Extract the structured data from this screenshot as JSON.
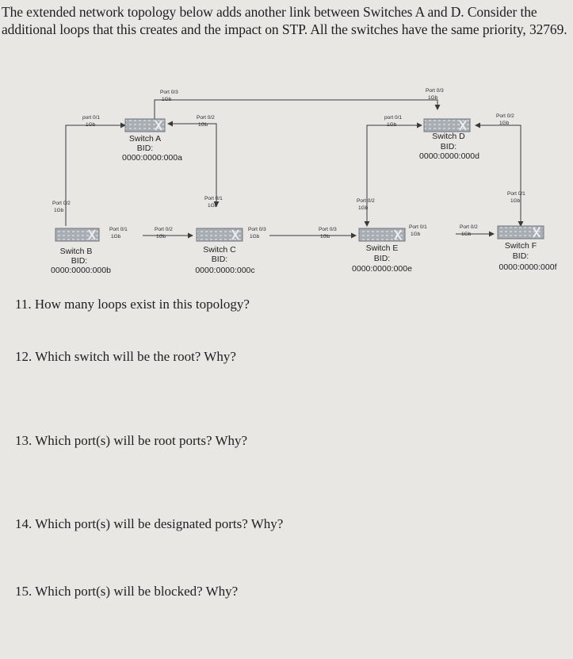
{
  "intro": "The extended network topology below adds another link between Switches A and D. Consider the additional loops that this creates and the impact on STP. All the switches have the same priority, 32769.",
  "diagram": {
    "switches": [
      {
        "id": "a",
        "name": "Switch A",
        "bid_label": "BID:",
        "bid": "0000:0000:000a"
      },
      {
        "id": "b",
        "name": "Switch B",
        "bid_label": "BID:",
        "bid": "0000:0000:000b"
      },
      {
        "id": "c",
        "name": "Switch C",
        "bid_label": "BID:",
        "bid": "0000:0000:000c"
      },
      {
        "id": "d",
        "name": "Switch D",
        "bid_label": "BID:",
        "bid": "0000:0000:000d"
      },
      {
        "id": "e",
        "name": "Switch E",
        "bid_label": "BID:",
        "bid": "0000:0000:000e"
      },
      {
        "id": "f",
        "name": "Switch F",
        "bid_label": "BID:",
        "bid": "0000:0000:000f"
      }
    ],
    "ports": {
      "a_03": {
        "name": "Port 0/3",
        "speed": "1Gb"
      },
      "a_01": {
        "name": "port 0/1",
        "speed": "1Gb"
      },
      "a_02": {
        "name": "Port 0/2",
        "speed": "1Gb"
      },
      "b_02": {
        "name": "Port 0/2",
        "speed": "1Gb"
      },
      "b_01": {
        "name": "Port 0/1",
        "speed": "1Gb"
      },
      "c_02": {
        "name": "Port 0/2",
        "speed": "1Gb"
      },
      "c_01": {
        "name": "Port 0/1",
        "speed": "1Gb"
      },
      "c_03": {
        "name": "Port 0/3",
        "speed": "1Gb"
      },
      "d_03": {
        "name": "Port 0/3",
        "speed": "1Gb"
      },
      "d_01": {
        "name": "port 0/1",
        "speed": "1Gb"
      },
      "d_02": {
        "name": "Port 0/2",
        "speed": "1Gb"
      },
      "e_02": {
        "name": "Port 0/2",
        "speed": "1Gb"
      },
      "e_03": {
        "name": "Port 0/3",
        "speed": "1Gb"
      },
      "e_01": {
        "name": "Port 0/1",
        "speed": "1Gb"
      },
      "f_02": {
        "name": "Port 0/2",
        "speed": "1Gb"
      },
      "f_01": {
        "name": "Port 0/1",
        "speed": "1Gb"
      }
    }
  },
  "questions": [
    "11. How many loops exist in this topology?",
    "12. Which switch will be the root? Why?",
    "13. Which port(s) will be root ports? Why?",
    "14. Which port(s) will be designated ports? Why?",
    "15. Which port(s) will be blocked? Why?"
  ],
  "colors": {
    "switch_fill": "#9fa5ad",
    "switch_stroke": "#6f757c",
    "line": "#3a3a3a",
    "text": "#1e1e1e"
  }
}
